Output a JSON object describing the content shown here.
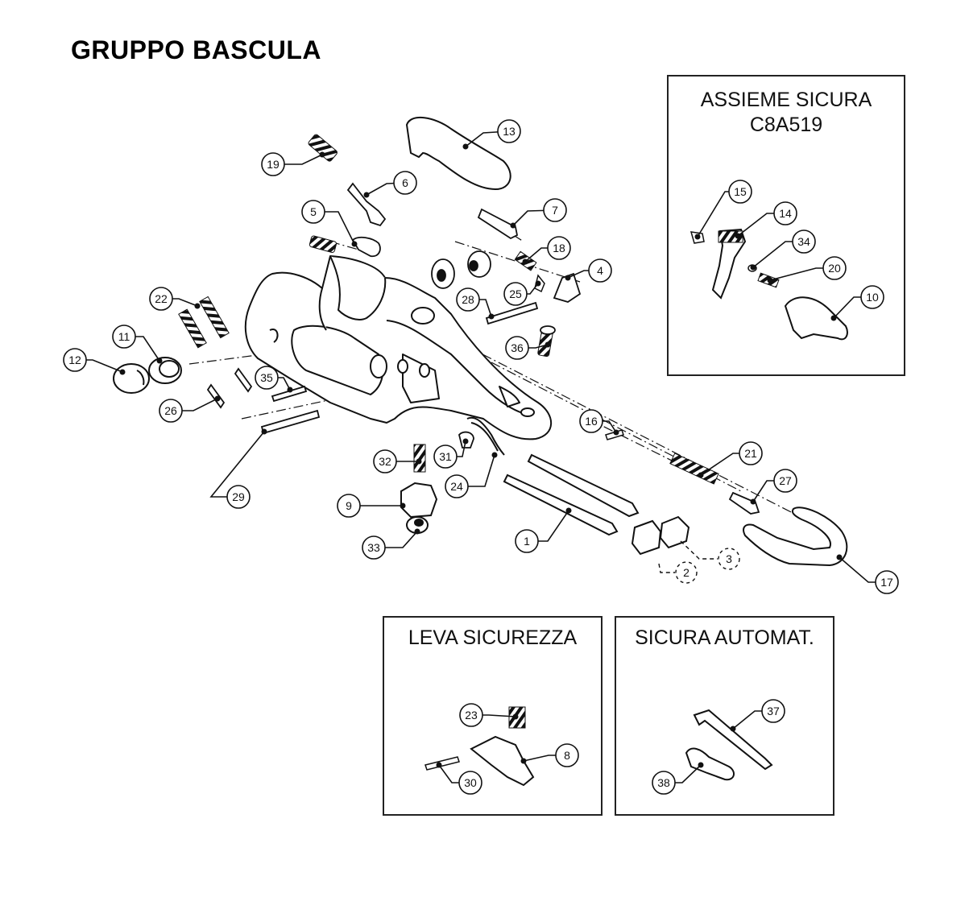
{
  "title": "GRUPPO BASCULA",
  "boxes": {
    "sicura": {
      "line1": "ASSIEME SICURA",
      "line2": "C8A519"
    },
    "leva": {
      "title": "LEVA SICUREZZA"
    },
    "automat": {
      "title": "SICURA AUTOMAT."
    }
  },
  "parts": {
    "p1": "1",
    "p2": "2",
    "p3": "3",
    "p4": "4",
    "p5": "5",
    "p6": "6",
    "p7": "7",
    "p8": "8",
    "p9": "9",
    "p10": "10",
    "p11": "11",
    "p12": "12",
    "p13": "13",
    "p14": "14",
    "p15": "15",
    "p16": "16",
    "p17": "17",
    "p18": "18",
    "p19": "19",
    "p20": "20",
    "p21": "21",
    "p22": "22",
    "p23": "23",
    "p24": "24",
    "p25": "25",
    "p26": "26",
    "p27": "27",
    "p28": "28",
    "p29": "29",
    "p30": "30",
    "p31": "31",
    "p32": "32",
    "p33": "33",
    "p34": "34",
    "p35": "35",
    "p36": "36",
    "p37": "37",
    "p38": "38"
  }
}
